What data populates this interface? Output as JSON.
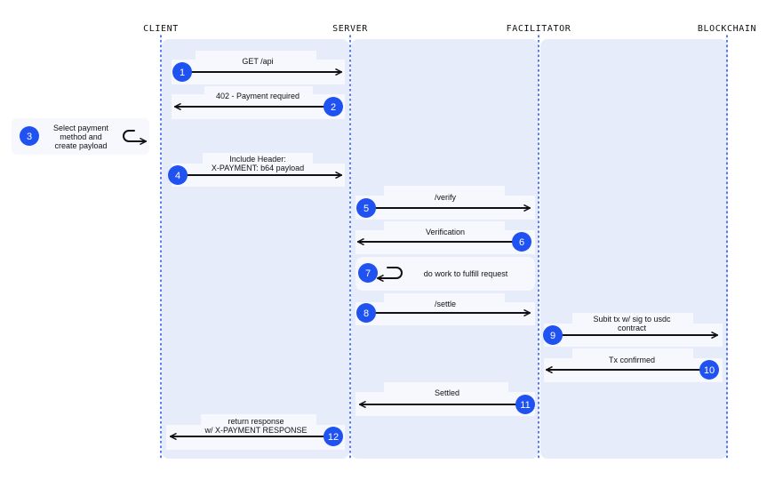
{
  "colors": {
    "badge": "#1f52f0",
    "lifeline": "#2d59f0",
    "lane_background": "#e7ecfb",
    "arrow": "#111111"
  },
  "lanes": {
    "client": "CLIENT",
    "server": "SERVER",
    "facilitator": "FACILITATOR",
    "blockchain": "BLOCKCHAIN"
  },
  "steps": [
    {
      "number": "1",
      "lines": [
        "GET /api"
      ]
    },
    {
      "number": "2",
      "lines": [
        "402 - Payment required"
      ]
    },
    {
      "number": "3",
      "lines": [
        "Select payment",
        "method and",
        "create payload"
      ]
    },
    {
      "number": "4",
      "lines": [
        "Include Header:",
        "X-PAYMENT: b64 payload"
      ]
    },
    {
      "number": "5",
      "lines": [
        "/verify"
      ]
    },
    {
      "number": "6",
      "lines": [
        "Verification"
      ]
    },
    {
      "number": "7",
      "lines": [
        "do work to fulfill request"
      ]
    },
    {
      "number": "8",
      "lines": [
        "/settle"
      ]
    },
    {
      "number": "9",
      "lines": [
        "Subit tx w/ sig to usdc",
        "contract"
      ]
    },
    {
      "number": "10",
      "lines": [
        "Tx confirmed"
      ]
    },
    {
      "number": "11",
      "lines": [
        "Settled"
      ]
    },
    {
      "number": "12",
      "lines": [
        "return response",
        "w/ X-PAYMENT RESPONSE"
      ]
    }
  ]
}
